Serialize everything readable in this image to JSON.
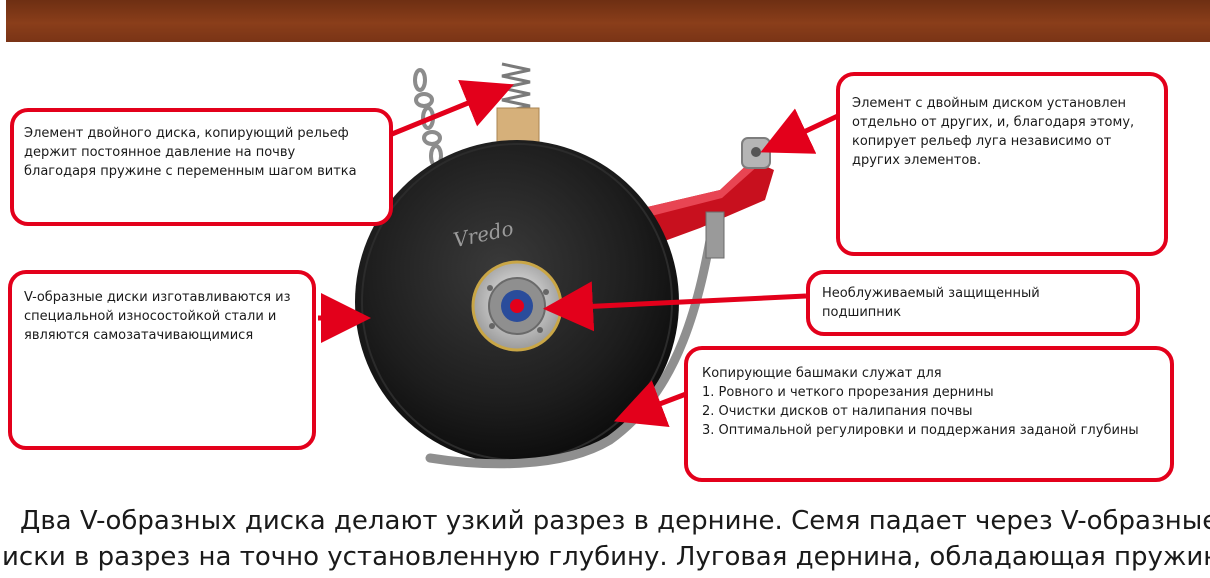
{
  "callouts": {
    "spring": {
      "lines": [
        "Элемент двойного диска, копирующий рельеф",
        "держит постоянное давление на почву",
        "благодаря пружине с переменным шагом витка"
      ]
    },
    "independent": {
      "lines": [
        "Элемент с двойным диском установлен",
        "отдельно от других, и, благодаря этому,",
        "копирует рельеф луга независимо от",
        "других элементов."
      ]
    },
    "steel": {
      "lines": [
        "V-образные диски изготавливаются из",
        "специальной износостойкой стали и",
        "являются самозатачивающимися"
      ]
    },
    "bearing": {
      "lines": [
        "Необлуживаемый защищенный",
        "подшипник"
      ]
    },
    "shoes": {
      "lines": [
        "Копирующие башмаки служат для",
        "1. Ровного и четкого прорезания дернины",
        "2. Очистки дисков от налипания почвы",
        "3. Оптимальной регулировки и поддержания заданой глубины"
      ]
    }
  },
  "disc_logo": "Vredo",
  "caption": {
    "line1": "Два V-образных диска делают узкий разрез в дернине. Семя падает через V-образные",
    "line2": "иски в разрез на точно установленную  глубину. Луговая дернина, обладающая пружиня-"
  },
  "colors": {
    "callout_border": "#e3001b",
    "arrow": "#e3001b",
    "disc": "#1c1c1c",
    "frame": "#c8101e",
    "banner": "#7a3416"
  }
}
